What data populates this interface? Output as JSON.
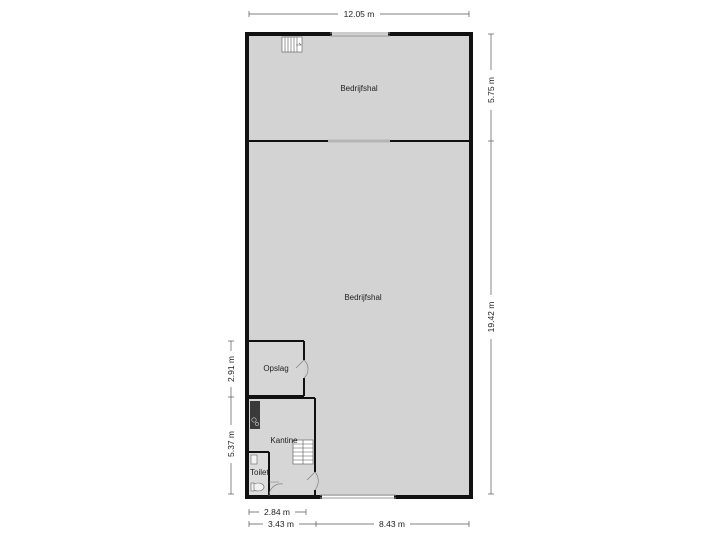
{
  "rooms": {
    "hall_top": "Bedrijfshal",
    "hall_main": "Bedrijfshal",
    "storage": "Opslag",
    "canteen": "Kantine",
    "toilet": "Toilet"
  },
  "dimensions": {
    "top_width": "12.05 m",
    "right_upper": "5.75 m",
    "right_lower": "19.42 m",
    "left_storage": "2.91 m",
    "left_canteen": "5.37 m",
    "bottom_inner": "2.84 m",
    "bottom_left": "3.43 m",
    "bottom_right": "8.43 m"
  },
  "colors": {
    "floor": "#d3d3d3",
    "wall": "#111111",
    "dimension_line": "#555555"
  }
}
